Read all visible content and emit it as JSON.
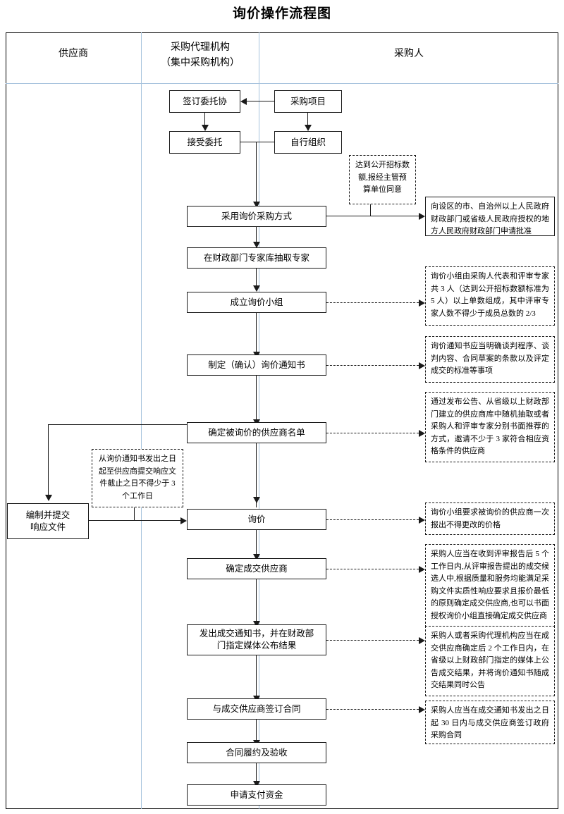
{
  "title": "询价操作流程图",
  "lanes": [
    {
      "id": "supplier",
      "label": "供应商"
    },
    {
      "id": "agency",
      "label_line1": "采购代理机构",
      "label_line2": "（集中采购机构）"
    },
    {
      "id": "buyer",
      "label": "采购人"
    }
  ],
  "nodes": {
    "sign_entrust": "签订委托协",
    "purchase_item": "采购项目",
    "accept_entrust": "接受委托",
    "self_organize": "自行组织",
    "adopt_inquiry": "采用询价采购方式",
    "draw_experts": "在财政部门专家库抽取专家",
    "form_group": "成立询价小组",
    "make_notice": "制定（确认）询价通知书",
    "determine_list": "确定被询价的供应商名单",
    "prepare_docs_l1": "编制并提交",
    "prepare_docs_l2": "响应文件",
    "inquiry": "询价",
    "determine_winner": "确定成交供应商",
    "issue_notice_l1": "发出成交通知书，并在财政部",
    "issue_notice_l2": "门指定媒体公布结果",
    "sign_contract": "与成交供应商签订合同",
    "perform_accept": "合同履约及验收",
    "apply_payment": "申请支付资金"
  },
  "notes": {
    "open_tender_threshold": "达到公开招标数额,报经主管预算单位同意",
    "apply_approval": "向设区的市、自治州以上人民政府财政部门或省级人民政府授权的地方人民政府财政部门申请批准",
    "group_composition": "询价小组由采购人代表和评审专家共 3 人（达到公开招标数额标准为 5 人）以上单数组成，其中评审专家人数不得少于成员总数的 2/3",
    "notice_content": "询价通知书应当明确谈判程序、谈判内容、合同草案的条款以及评定成交的标准等事项",
    "supplier_selection": "通过发布公告、从省级以上财政部门建立的供应商库中随机抽取或者采购人和评审专家分别书面推荐的方式，邀请不少于 3 家符合相应资格条件的供应商",
    "response_deadline": "从询价通知书发出之日起至供应商提交响应文件截止之日不得少于 3 个工作日",
    "one_time_quote": "询价小组要求被询价的供应商一次报出不得更改的价格",
    "winner_determination": "采购人应当在收到评审报告后 5 个工作日内,从评审报告提出的成交候选人中,根据质量和服务均能满足采购文件实质性响应要求且报价最低的原则确定成交供应商,也可以书面授权询价小组直接确定成交供应商",
    "announce_result": "采购人或者采购代理机构应当在成交供应商确定后 2 个工作日内，在省级以上财政部门指定的媒体上公告成交结果，并将询价通知书随成交结果同时公告",
    "contract_30days": "采购人应当在成交通知书发出之日起 30 日内与成交供应商签订政府采购合同"
  },
  "colors": {
    "lane_divider": "#a7c3dd",
    "frame": "#000000",
    "line": "#1a1a1a",
    "background": "#ffffff"
  }
}
